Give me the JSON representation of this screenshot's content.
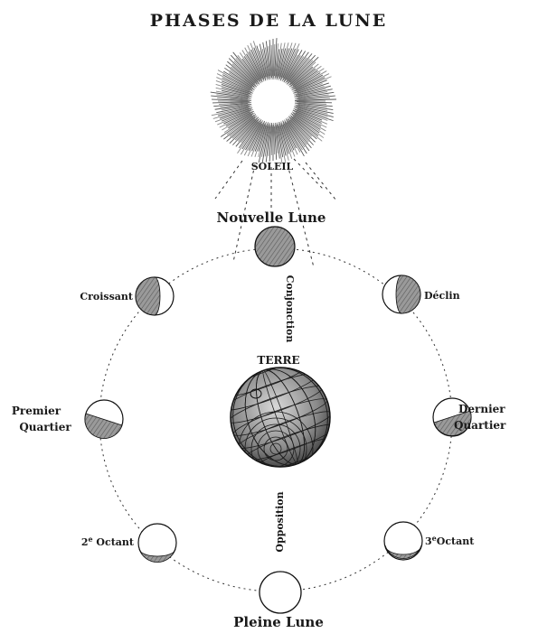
{
  "title": "PHASES DE LA LUNE",
  "sun": {
    "label": "SOLEIL"
  },
  "earth": {
    "label": "TERRE"
  },
  "axis": {
    "top": "Conjonction",
    "bottom": "Opposition"
  },
  "phases": [
    {
      "key": "nouvelle-lune",
      "label_1": "Nouvelle Lune",
      "label_2": ""
    },
    {
      "key": "croissant",
      "label_1": "Croissant",
      "label_2": ""
    },
    {
      "key": "declin",
      "label_1": "Déclin",
      "label_2": ""
    },
    {
      "key": "premier-quartier",
      "label_1": "Premier",
      "label_2": "Quartier"
    },
    {
      "key": "dernier-quartier",
      "label_1": "Dernier",
      "label_2": "Quartier"
    },
    {
      "key": "deuxieme-octant",
      "label_1": "2",
      "label_sup": "e",
      "label_rest": " Octant"
    },
    {
      "key": "troisieme-octant",
      "label_1": "3",
      "label_sup": "e",
      "label_rest": "Octant"
    },
    {
      "key": "pleine-lune",
      "label_1": "Pleine Lune",
      "label_2": ""
    }
  ],
  "colors": {
    "ink": "#1a1a1a",
    "shade": "#8f8f8f",
    "paper": "#ffffff"
  }
}
